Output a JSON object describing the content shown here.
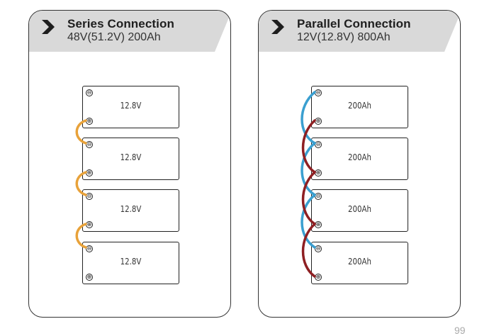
{
  "series": {
    "title": "Series Connection",
    "subtitle": "48V(51.2V) 200Ah",
    "batteries": [
      "12.8V",
      "12.8V",
      "12.8V",
      "12.8V"
    ],
    "wire_color": "#E8A23A"
  },
  "parallel": {
    "title": "Parallel Connection",
    "subtitle": "12V(12.8V) 800Ah",
    "batteries": [
      "200Ah",
      "200Ah",
      "200Ah",
      "200Ah"
    ],
    "negative_wire_color": "#3A9FD0",
    "positive_wire_color": "#8E1F22"
  },
  "terminals": {
    "negative": "⊖",
    "positive": "⊕"
  },
  "colors": {
    "banner": "#D9D9D9",
    "chevron": "#1E1E1E",
    "border": "#333333"
  },
  "icons": {
    "chevron": "chevron-right-icon"
  },
  "page_number": "99"
}
